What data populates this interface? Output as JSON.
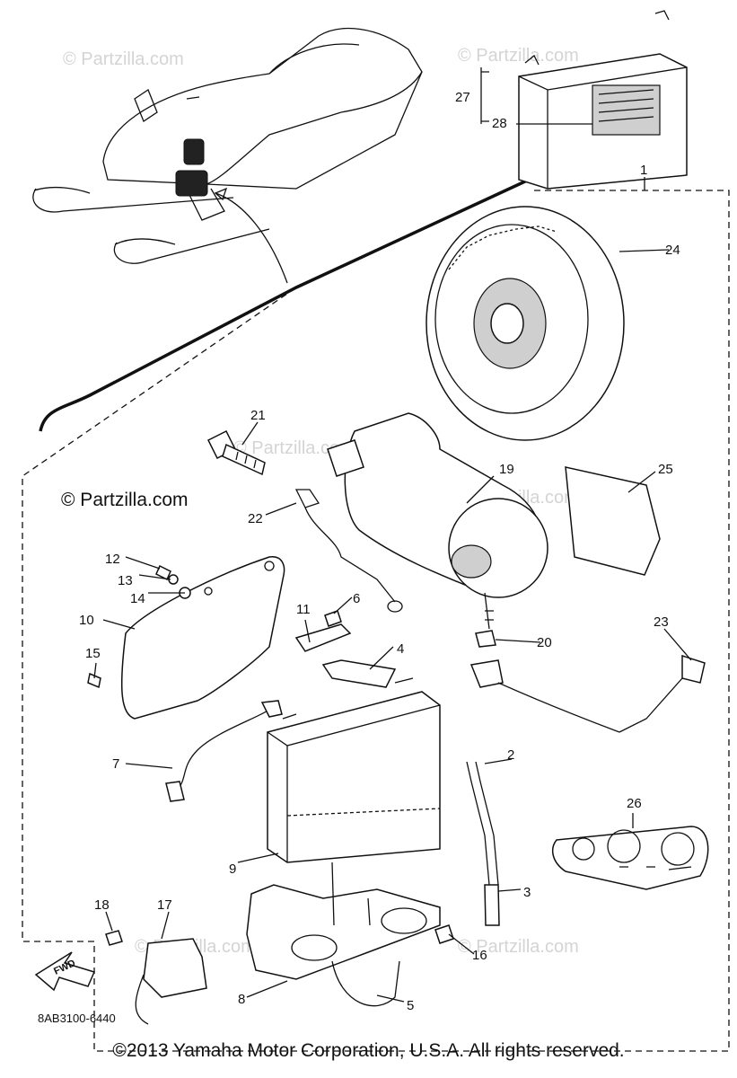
{
  "watermarks": {
    "top_left": "© Partzilla.com",
    "top_right": "© Partzilla.com",
    "center": "© Partzilla.com",
    "mid_right": "© Partzilla.com",
    "bottom_center": "© Partzilla.com",
    "bottom_right": "© Partzilla.com"
  },
  "copyright_mid": "© Partzilla.com",
  "fwd_label": "FWD",
  "diagram_code": "8AB3100-6440",
  "footer": "©2013  Yamaha Motor Corporation, U.S.A. All rights reserved.",
  "callouts": {
    "c1": "1",
    "c2": "2",
    "c3": "3",
    "c4": "4",
    "c5": "5",
    "c6": "6",
    "c7": "7",
    "c8": "8",
    "c9": "9",
    "c10": "10",
    "c11": "11",
    "c12": "12",
    "c13": "13",
    "c14": "14",
    "c15": "15",
    "c16": "16",
    "c17": "17",
    "c18": "18",
    "c19": "19",
    "c20": "20",
    "c21": "21",
    "c22": "22",
    "c23": "23",
    "c24": "24",
    "c25": "25",
    "c26": "26",
    "c27": "27",
    "c28": "28"
  }
}
